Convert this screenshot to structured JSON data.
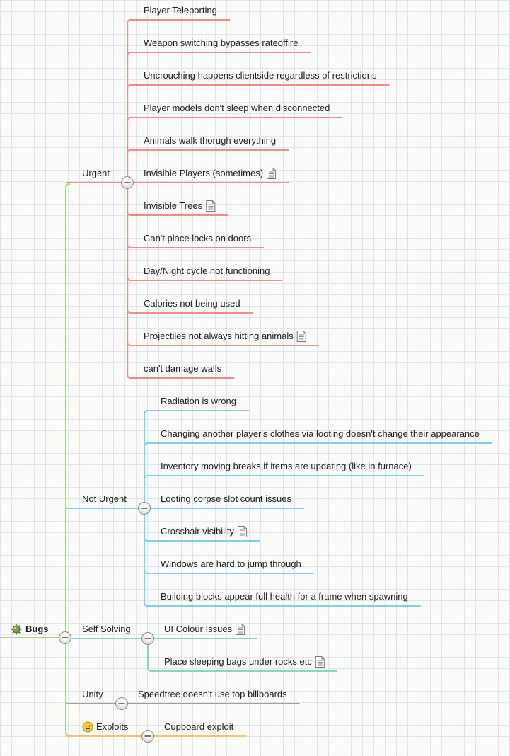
{
  "root": {
    "label": "Bugs",
    "icon": "bug-icon"
  },
  "colors": {
    "urgent": "#f08b8b",
    "not_urgent": "#7fd0e8",
    "self_solving": "#88d8b0",
    "unity": "#a0a0a0",
    "exploits": "#f5c072",
    "trunk": "#a6d57f"
  },
  "branches": [
    {
      "key": "urgent",
      "label": "Urgent",
      "items": [
        {
          "label": "Player Teleporting"
        },
        {
          "label": "Weapon switching bypasses rateoffire"
        },
        {
          "label": "Uncrouching happens clientside regardless of restrictions"
        },
        {
          "label": "Player models don't sleep when disconnected"
        },
        {
          "label": "Animals walk thorugh everything"
        },
        {
          "label": "Invisible Players (sometimes)",
          "note": true
        },
        {
          "label": "Invisible Trees",
          "note": true
        },
        {
          "label": "Can't place locks on doors"
        },
        {
          "label": "Day/Night cycle not functioning"
        },
        {
          "label": "Calories not being used"
        },
        {
          "label": "Projectiles not always hitting animals",
          "note": true
        },
        {
          "label": "can't damage walls"
        }
      ]
    },
    {
      "key": "not_urgent",
      "label": "Not Urgent",
      "items": [
        {
          "label": "Radiation is wrong"
        },
        {
          "label": "Changing another player's clothes via looting doesn't change their appearance"
        },
        {
          "label": "Inventory moving breaks if items are updating (like in furnace)"
        },
        {
          "label": "Looting corpse slot count issues"
        },
        {
          "label": "Crosshair visibility",
          "note": true
        },
        {
          "label": "Windows are hard to jump through"
        },
        {
          "label": "Building blocks appear full health for a frame when spawning"
        }
      ]
    },
    {
      "key": "self_solving",
      "label": "Self Solving",
      "items": [
        {
          "label": "UI Colour Issues",
          "note": true
        },
        {
          "label": "Place sleeping bags under rocks etc",
          "note": true
        }
      ]
    },
    {
      "key": "unity",
      "label": "Unity",
      "items": [
        {
          "label": "Speedtree doesn't use top billboards"
        }
      ]
    },
    {
      "key": "exploits",
      "label": "Exploits",
      "icon": "confused-face-icon",
      "items": [
        {
          "label": "Cupboard exploit"
        }
      ]
    }
  ]
}
